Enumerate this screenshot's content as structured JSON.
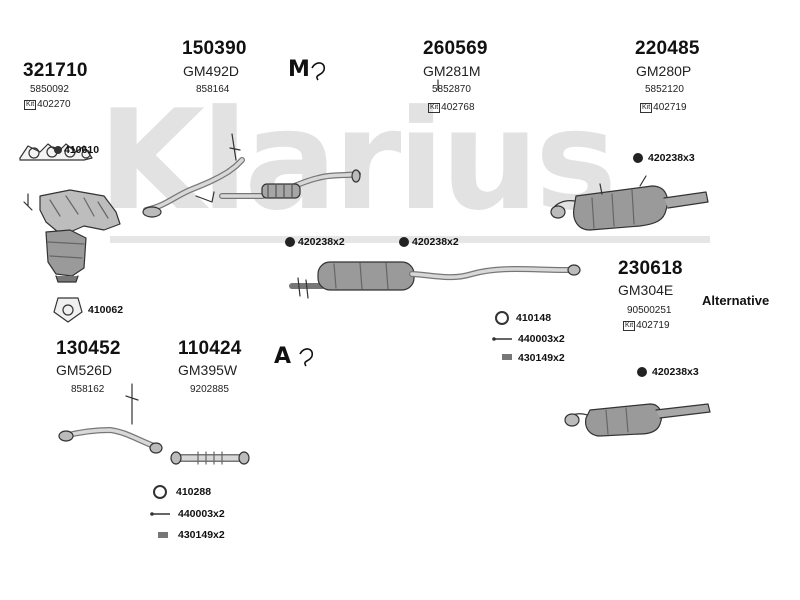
{
  "watermark": "Klarius",
  "colors": {
    "watermark": "#e2e2e2",
    "ink": "#111111",
    "part_fill": "#9a9a9a",
    "part_dark": "#555555"
  },
  "groups": {
    "g321710": {
      "part": "321710",
      "oe": "5850092",
      "kit": "402270"
    },
    "g150390": {
      "part": "150390",
      "code": "GM492D",
      "oe": "858164"
    },
    "g260569": {
      "part": "260569",
      "code": "GM281M",
      "oe": "5852870",
      "kit": "402768"
    },
    "g220485": {
      "part": "220485",
      "code": "GM280P",
      "oe": "5852120",
      "kit": "402719"
    },
    "g230618": {
      "part": "230618",
      "code": "GM304E",
      "oe": "90500251",
      "kit": "402719"
    },
    "g130452": {
      "part": "130452",
      "code": "GM526D",
      "oe": "858162"
    },
    "g110424": {
      "part": "110424",
      "code": "GM395W",
      "oe": "9202885"
    }
  },
  "accessories": {
    "gasket_manifold": "410610",
    "gasket_triangle": "410062",
    "clamp_a": "420238x2",
    "clamp_b": "420238x2",
    "clamp_rear": "420238x3",
    "clamp_alt": "420238x3",
    "ring_mid": "410148",
    "bolt_mid": "440003x2",
    "spring_mid": "430149x2",
    "ring_low": "410288",
    "bolt_low": "440003x2",
    "spring_low": "430149x2"
  },
  "kit_prefix": "Kit",
  "alternative_label": "Alternative",
  "icons": {
    "manual": "M",
    "automatic": "A"
  }
}
